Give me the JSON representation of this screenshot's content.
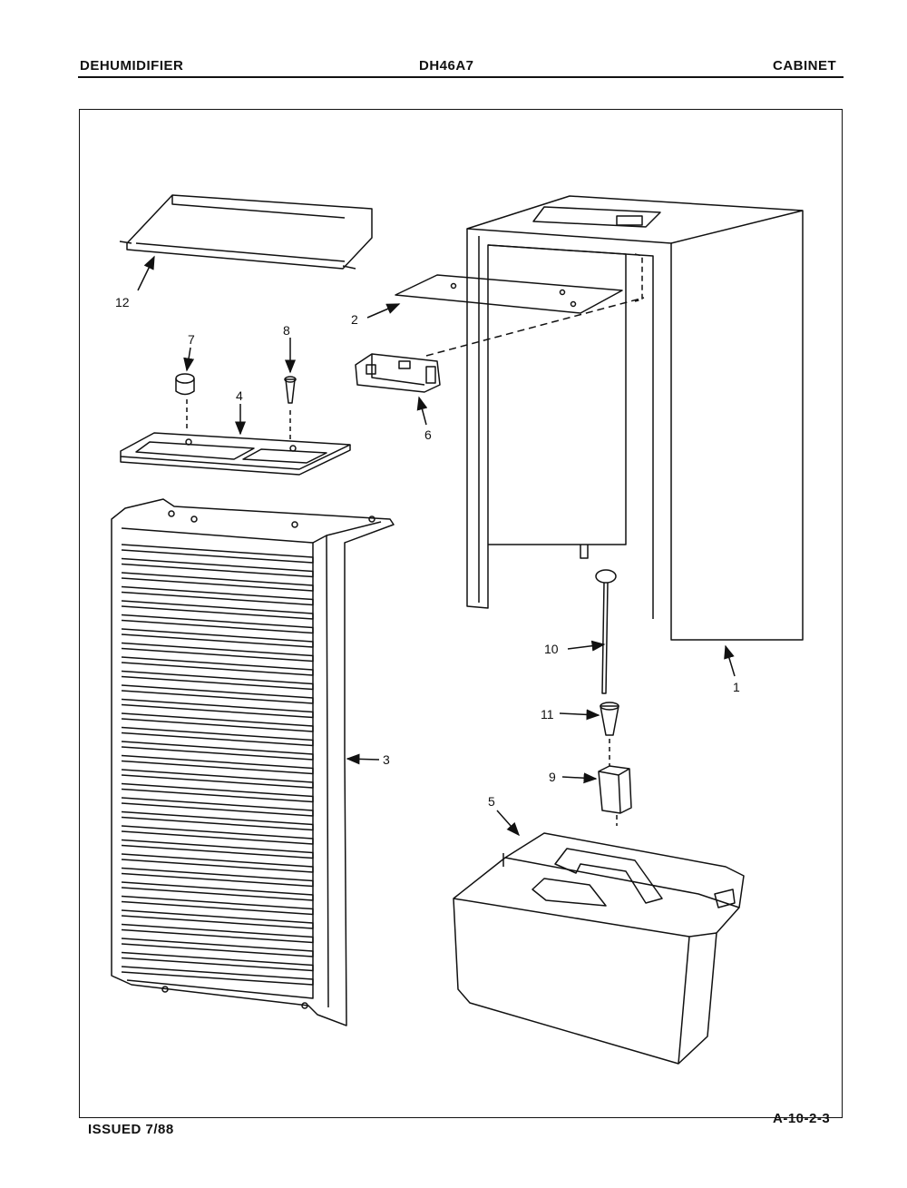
{
  "header": {
    "left": "DEHUMIDIFIER",
    "center": "DH46A7",
    "right": "CABINET"
  },
  "footer": {
    "issued": "ISSUED 7/88",
    "page_code": "A-10-2-3"
  },
  "callouts": {
    "c1": "1",
    "c2": "2",
    "c3": "3",
    "c4": "4",
    "c5": "5",
    "c6": "6",
    "c7": "7",
    "c8": "8",
    "c9": "9",
    "c10": "10",
    "c11": "11",
    "c12": "12"
  }
}
